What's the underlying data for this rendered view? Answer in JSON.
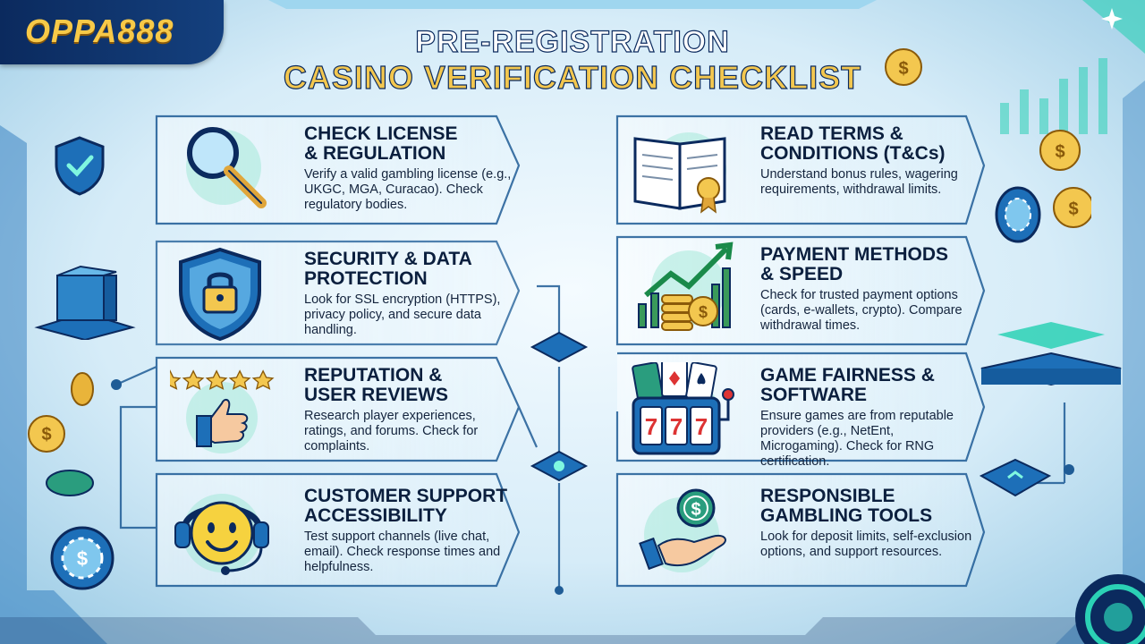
{
  "brand": {
    "logo_text": "OPPA888"
  },
  "title": {
    "line1": "PRE-REGISTRATION",
    "line2": "CASINO VERIFICATION CHECKLIST"
  },
  "items": [
    {
      "title_line1": "CHECK LICENSE",
      "title_line2": "& REGULATION",
      "description": "Verify a valid gambling license (e.g., UKGC, MGA, Curacao). Check regulatory bodies.",
      "icon": "magnifier-icon"
    },
    {
      "title_line1": "READ TERMS &",
      "title_line2": "CONDITIONS (T&Cs)",
      "description": "Understand bonus rules, wagering requirements, withdrawal limits.",
      "icon": "book-icon"
    },
    {
      "title_line1": "SECURITY & DATA",
      "title_line2": "PROTECTION",
      "description": "Look for SSL encryption (HTTPS), privacy policy, and secure data handling.",
      "icon": "shield-lock-icon"
    },
    {
      "title_line1": "PAYMENT METHODS",
      "title_line2": "& SPEED",
      "description": "Check for trusted payment options (cards, e-wallets, crypto). Compare withdrawal times.",
      "icon": "coins-chart-icon"
    },
    {
      "title_line1": "REPUTATION &",
      "title_line2": "USER REVIEWS",
      "description": "Research player experiences, ratings, and forums. Check for complaints.",
      "icon": "thumbs-up-stars-icon"
    },
    {
      "title_line1": "GAME FAIRNESS &",
      "title_line2": "SOFTWARE",
      "description": "Ensure games are from reputable providers (e.g., NetEnt, Microgaming). Check for RNG certification.",
      "icon": "slot-machine-icon"
    },
    {
      "title_line1": "CUSTOMER SUPPORT",
      "title_line2": "ACCESSIBILITY",
      "description": "Test support channels (live chat, email). Check response times and helpfulness.",
      "icon": "headset-smiley-icon"
    },
    {
      "title_line1": "RESPONSIBLE",
      "title_line2": "GAMBLING TOOLS",
      "description": "Look for deposit limits, self-exclusion options, and support resources.",
      "icon": "hand-coin-icon"
    }
  ],
  "colors": {
    "navy": "#0b2a5e",
    "gold": "#f3c74f",
    "teal": "#2bd1b5",
    "blue": "#1d6fb8",
    "text": "#0b1f3e"
  }
}
